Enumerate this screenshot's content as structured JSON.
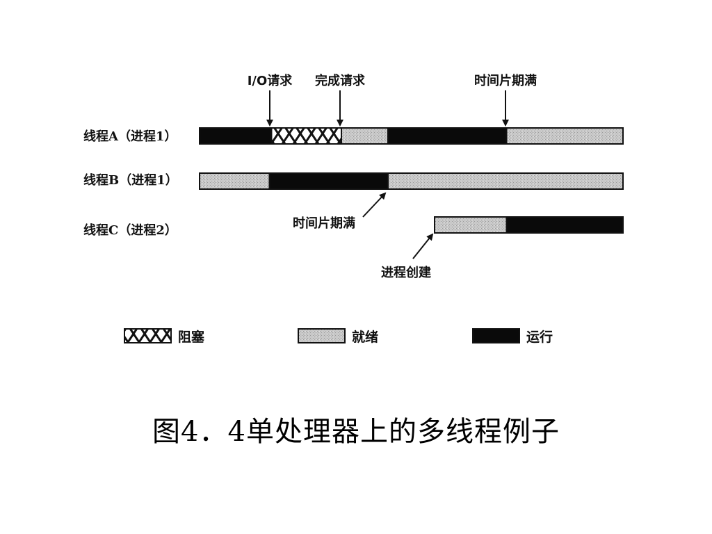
{
  "diagram": {
    "annotations": {
      "io_request": "I/O请求",
      "complete_request": "完成请求",
      "timeslice_a": "时间片期满",
      "timeslice_b": "时间片期满",
      "process_create": "进程创建"
    },
    "threads": [
      {
        "label": "线程A（进程1）",
        "segments": [
          {
            "state": "running",
            "start": 0,
            "end": 17
          },
          {
            "state": "blocked",
            "start": 17,
            "end": 33.5
          },
          {
            "state": "ready",
            "start": 33.5,
            "end": 44.5
          },
          {
            "state": "running",
            "start": 44.5,
            "end": 72.5
          },
          {
            "state": "ready",
            "start": 72.5,
            "end": 100
          }
        ]
      },
      {
        "label": "线程B（进程1）",
        "segments": [
          {
            "state": "ready",
            "start": 0,
            "end": 16.5
          },
          {
            "state": "running",
            "start": 16.5,
            "end": 44.5
          },
          {
            "state": "ready",
            "start": 44.5,
            "end": 100
          }
        ]
      },
      {
        "label": "线程C（进程2）",
        "segments": [
          {
            "state": "ready",
            "start": 55.5,
            "end": 72.5
          },
          {
            "state": "running",
            "start": 72.5,
            "end": 100
          }
        ]
      }
    ],
    "legend": [
      {
        "state": "blocked",
        "label": "阻塞"
      },
      {
        "state": "ready",
        "label": "就绪"
      },
      {
        "state": "running",
        "label": "运行"
      }
    ],
    "colors": {
      "running": "#0a0a0a",
      "ready": "#c9c9c9",
      "blocked_fill": "#ffffff",
      "outline": "#111111"
    }
  },
  "caption": "图4．4单处理器上的多线程例子"
}
